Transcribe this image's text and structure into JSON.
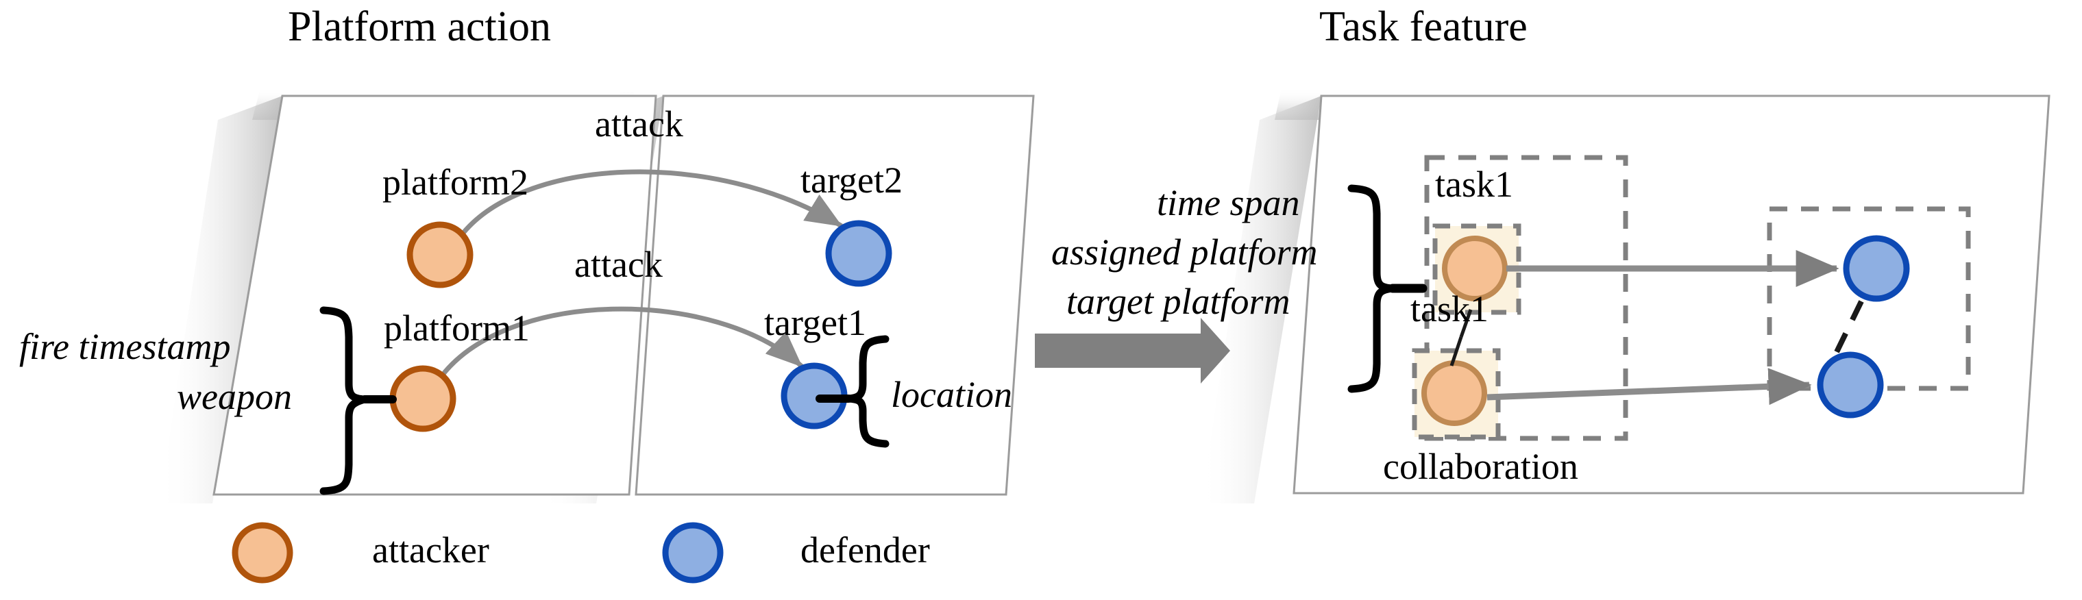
{
  "figure": {
    "type": "diagram",
    "description": "Two-panel concept diagram mapping platform actions to task features"
  },
  "panels": {
    "left": {
      "title": "Platform action",
      "attacker_side": {
        "nodes": [
          {
            "id": "platform2",
            "label": "platform2",
            "role": "attacker",
            "color": "#F6C093"
          },
          {
            "id": "platform1",
            "label": "platform1",
            "role": "attacker",
            "color": "#F6C093"
          }
        ],
        "brace_label_lines": [
          "fire timestamp",
          "weapon"
        ]
      },
      "defender_side": {
        "nodes": [
          {
            "id": "target2",
            "label": "target2",
            "role": "defender",
            "color": "#8EAFE2"
          },
          {
            "id": "target1",
            "label": "target1",
            "role": "defender",
            "color": "#8EAFE2"
          }
        ],
        "brace_label_lines": [
          "location"
        ]
      },
      "edges": [
        {
          "from": "platform2",
          "to": "target2",
          "label": "attack"
        },
        {
          "from": "platform1",
          "to": "target1",
          "label": "attack"
        }
      ]
    },
    "right": {
      "title": "Task feature",
      "brace_label_lines": [
        "time span",
        "assigned platform",
        "target platform"
      ],
      "tasks": [
        {
          "id": "task-top",
          "label": "task1",
          "role": "attacker",
          "color": "#F6C093"
        },
        {
          "id": "task-bottom",
          "label": "task1",
          "role": "attacker",
          "color": "#F6C093"
        }
      ],
      "targets": [
        {
          "id": "tgt-top",
          "role": "defender",
          "color": "#8EAFE2"
        },
        {
          "id": "tgt-bottom",
          "role": "defender",
          "color": "#8EAFE2"
        }
      ],
      "edges": [
        {
          "from": "task-top",
          "to": "tgt-top",
          "style": "solid-arrow"
        },
        {
          "from": "task-bottom",
          "to": "tgt-bottom",
          "style": "solid-arrow"
        },
        {
          "from": "tgt-top",
          "to": "tgt-bottom",
          "style": "dashed"
        }
      ],
      "collaboration_label": "collaboration"
    }
  },
  "transition": {
    "glyph": "big-right-arrow",
    "color": "#808080"
  },
  "legend": {
    "items": [
      {
        "label": "attacker",
        "fill": "#F6C093",
        "stroke": "#B0540B"
      },
      {
        "label": "defender",
        "fill": "#8EAFE2",
        "stroke": "#0D49B4"
      }
    ]
  },
  "colors": {
    "attacker_fill": "#F6C093",
    "attacker_stroke": "#B0540B",
    "defender_fill": "#8EAFE2",
    "defender_stroke": "#0D49B4",
    "edge_gray": "#8C8C8C",
    "panel_border": "#9C9C9C",
    "dashed_box": "#808080",
    "task_box_fill": "#FBF2DE"
  }
}
